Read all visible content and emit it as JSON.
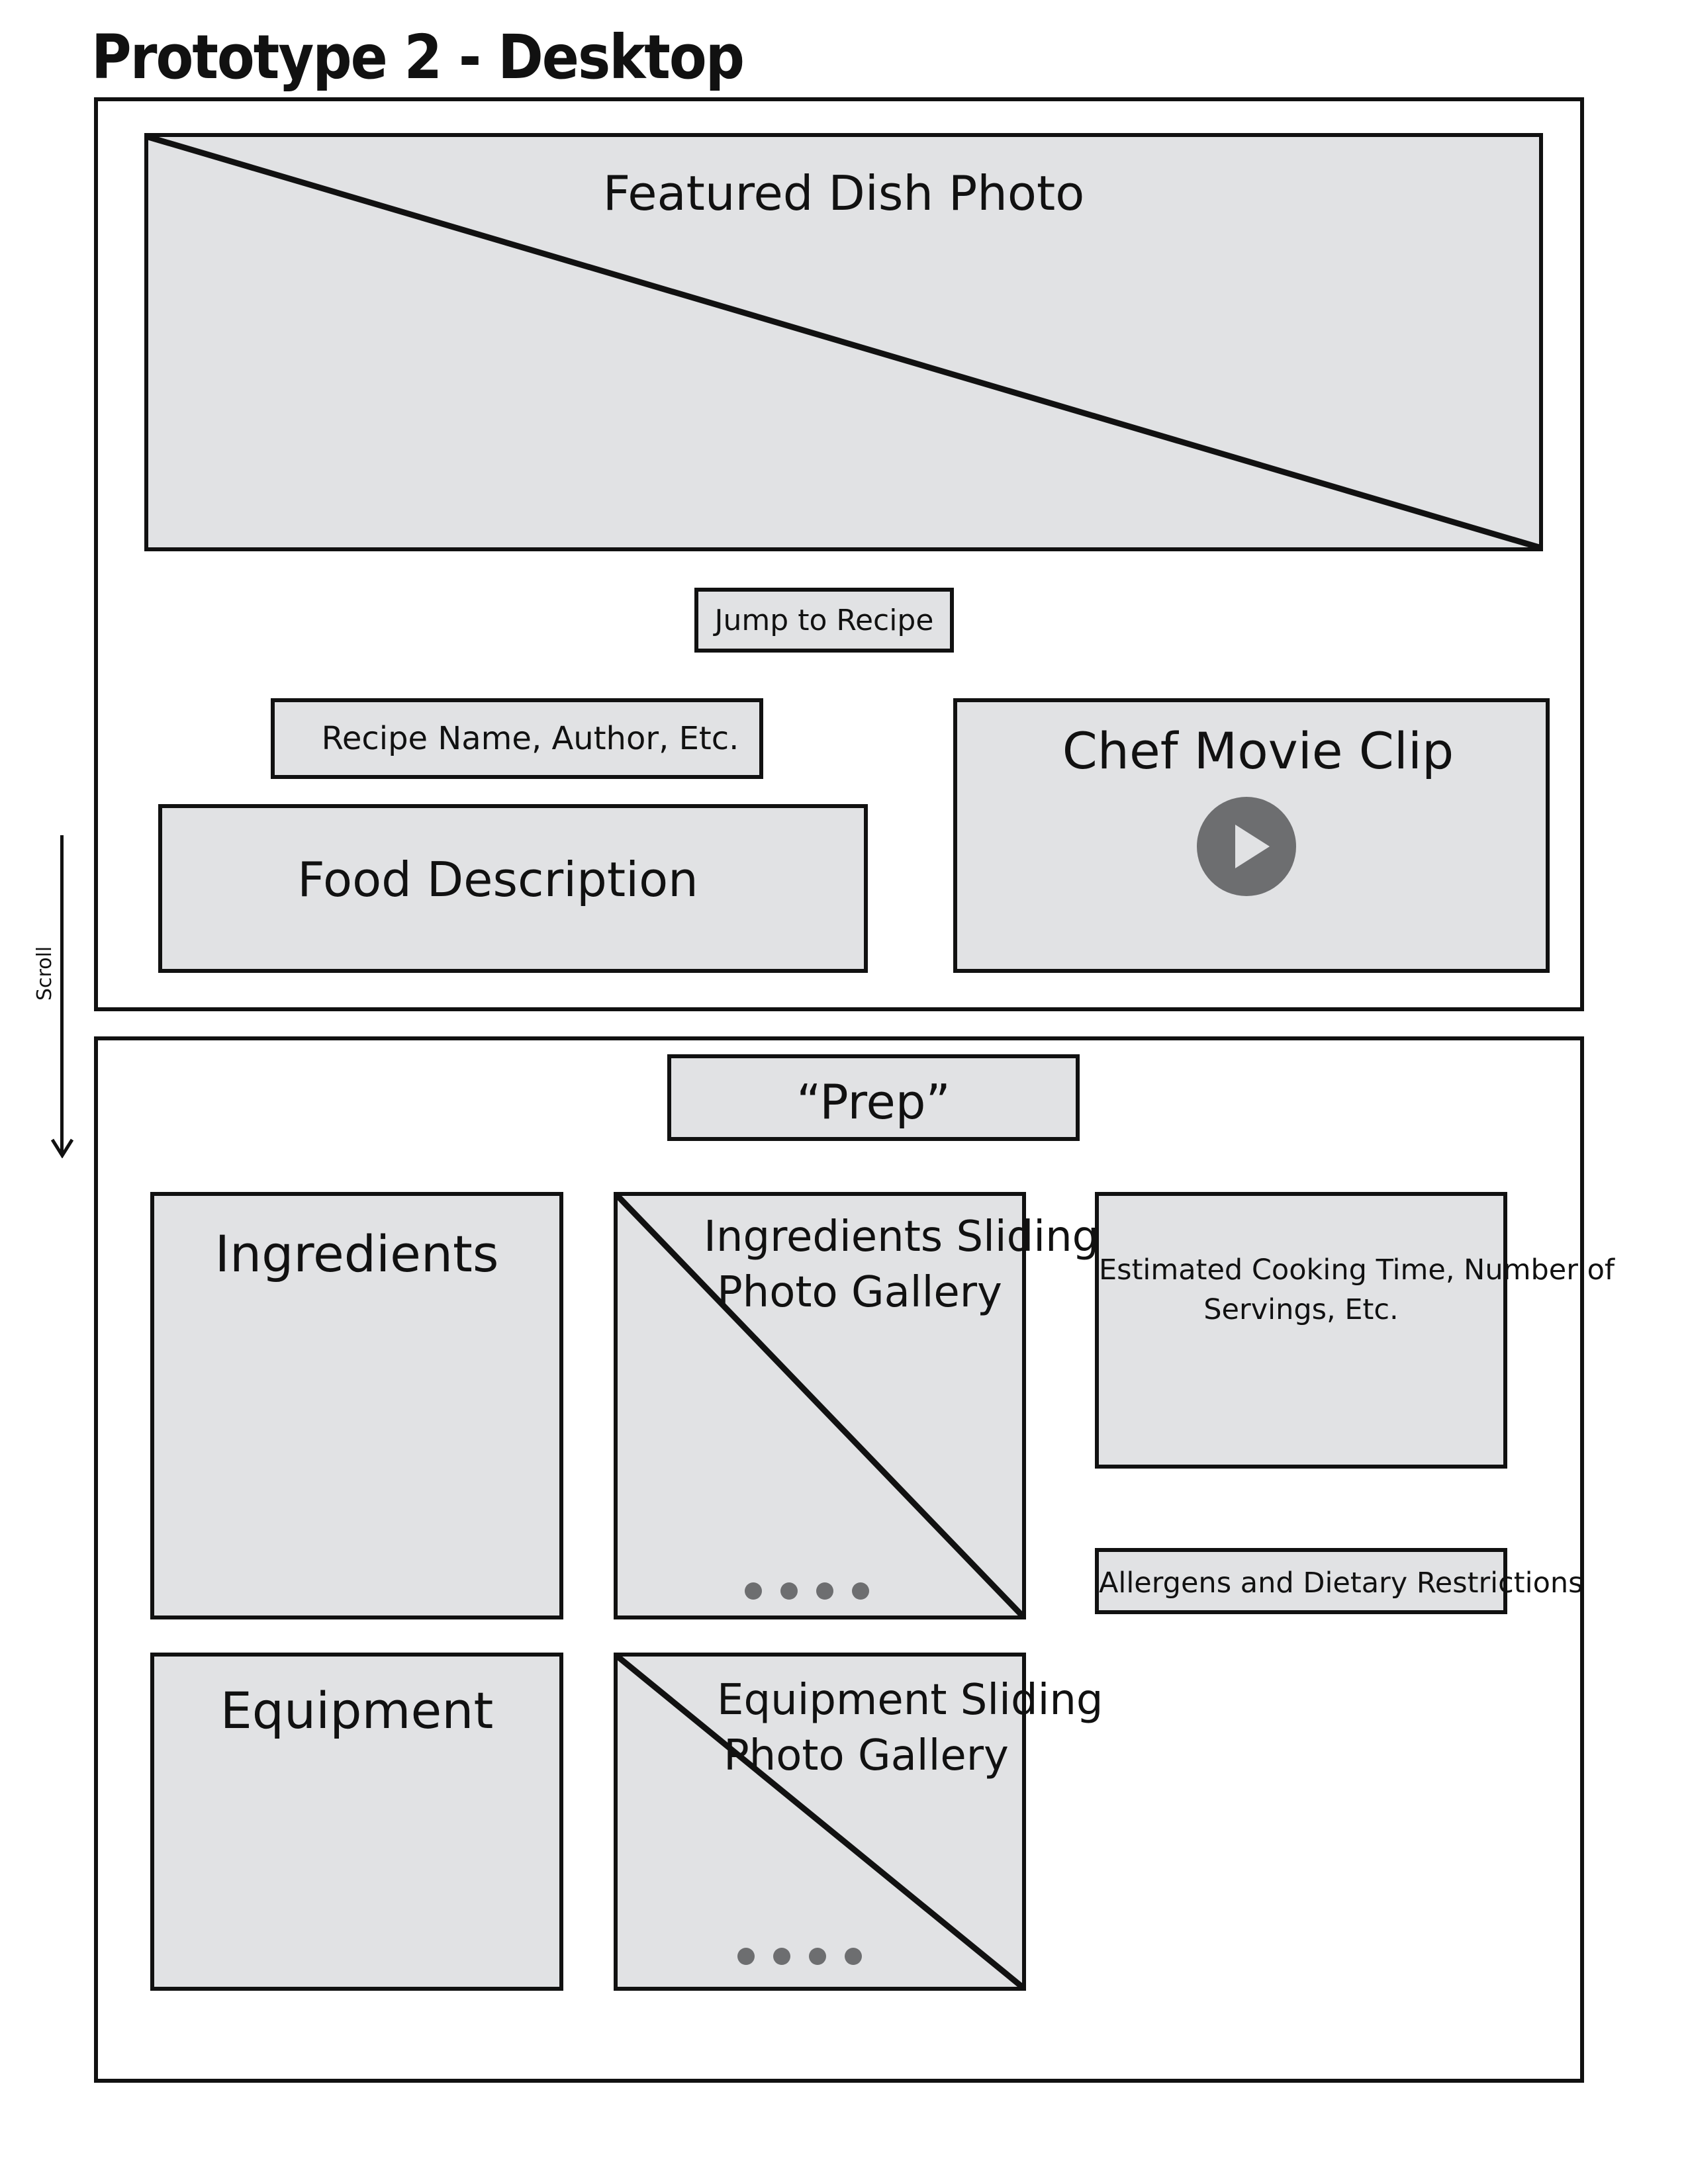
{
  "page_title": "Prototype 2 - Desktop",
  "scroll_label": "Scroll",
  "top_section": {
    "featured_photo_label": "Featured Dish Photo",
    "jump_button_label": "Jump to Recipe",
    "recipe_info_label": "Recipe Name, Author, Etc.",
    "food_description_label": "Food Description",
    "chef_clip_label": "Chef Movie Clip"
  },
  "prep_section": {
    "prep_label": "“Prep”",
    "ingredients_label": "Ingredients",
    "ingredients_gallery_line1": "Ingredients Sliding",
    "ingredients_gallery_line2": "Photo Gallery",
    "cooking_info_line1": "Estimated Cooking Time, Number of",
    "cooking_info_line2": "Servings, Etc.",
    "allergens_label": "Allergens and Dietary Restrictions",
    "equipment_label": "Equipment",
    "equipment_gallery_line1": "Equipment Sliding",
    "equipment_gallery_line2": "Photo Gallery"
  },
  "colors": {
    "placeholder_fill": "#e1e2e4",
    "stroke": "#111111",
    "icon_gray": "#6d6e70"
  }
}
